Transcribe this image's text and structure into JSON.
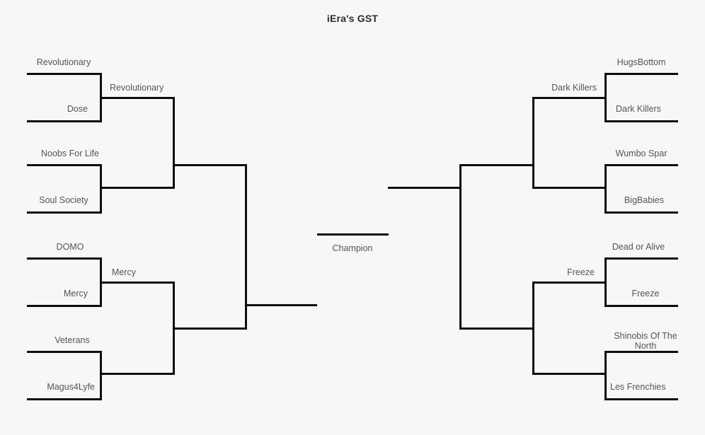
{
  "page": {
    "title": "iEra's GST",
    "background_color": "#f7f7f7",
    "line_color": "#0d0d0d",
    "label_color": "#555555",
    "title_color": "#2b2b2b"
  },
  "bracket": {
    "champion_label": "Champion",
    "left_side": {
      "round1": [
        {
          "top_label": "Revolutionary",
          "bottom_label": "Dose"
        },
        {
          "top_label": "Noobs For Life",
          "bottom_label": "Soul Society"
        },
        {
          "top_label": "DOMO",
          "bottom_label": "Mercy"
        },
        {
          "top_label": "Veterans",
          "bottom_label": "Magus4Lyfe"
        }
      ],
      "round2": [
        {
          "label": "Revolutionary"
        },
        {
          "label": "Mercy"
        }
      ],
      "round3": [
        {
          "label": ""
        }
      ]
    },
    "right_side": {
      "round1": [
        {
          "top_label": "HugsBottom",
          "bottom_label": "Dark Killers"
        },
        {
          "top_label": "Wumbo Spar",
          "bottom_label": "BigBabies"
        },
        {
          "top_label": "Dead or Alive",
          "bottom_label": "Freeze"
        },
        {
          "top_label": "Shinobis Of The North",
          "bottom_label": "Les Frenchies"
        }
      ],
      "round2": [
        {
          "label": "Dark Killers"
        },
        {
          "label": "Freeze"
        }
      ],
      "round3": [
        {
          "label": ""
        }
      ]
    }
  }
}
